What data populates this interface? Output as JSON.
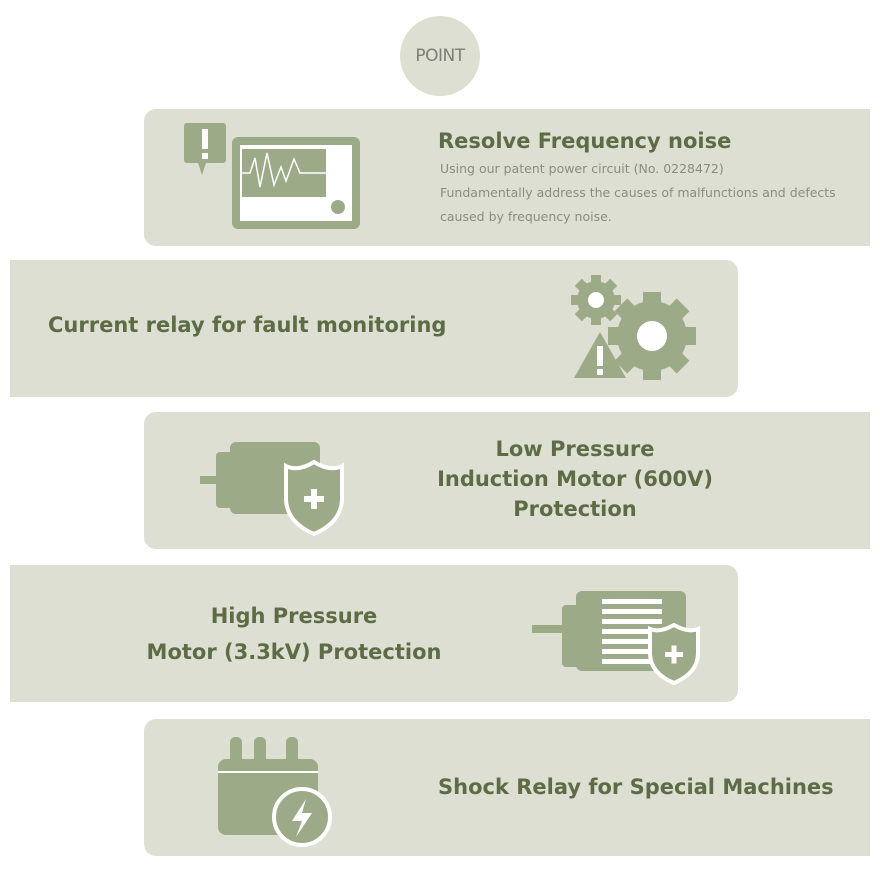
{
  "point_label": "POINT",
  "colors": {
    "panel": "#dedfd3",
    "icon": "#9caa87",
    "title": "#5d6c45",
    "desc": "#8b8b80"
  },
  "features": [
    {
      "title": "Resolve Frequency noise",
      "desc": [
        "Using our patent power circuit (No. 0228472)",
        "Fundamentally address the causes of malfunctions and defects",
        "caused by frequency noise."
      ],
      "icon": "monitor-waveform-alert-icon"
    },
    {
      "title": "Current relay for fault monitoring",
      "icon": "gears-warning-icon"
    },
    {
      "title_lines": [
        "Low Pressure",
        "Induction Motor (600V)",
        "Protection"
      ],
      "icon": "motor-shield-icon"
    },
    {
      "title_lines": [
        "High Pressure",
        "Motor (3.3kV) Protection"
      ],
      "icon": "hv-motor-shield-icon"
    },
    {
      "title": "Shock Relay for Special Machines",
      "icon": "relay-lightning-icon"
    }
  ]
}
